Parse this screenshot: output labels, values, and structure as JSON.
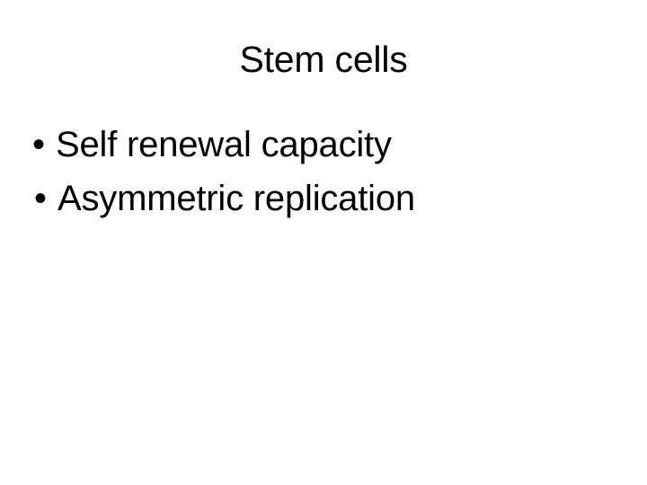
{
  "slide": {
    "background_color": "#ffffff",
    "text_color": "#000000",
    "title": "Stem cells",
    "bullets": [
      {
        "marker": "•",
        "text": "Self renewal capacity"
      },
      {
        "marker": "•",
        "text": "Asymmetric replication"
      }
    ]
  }
}
